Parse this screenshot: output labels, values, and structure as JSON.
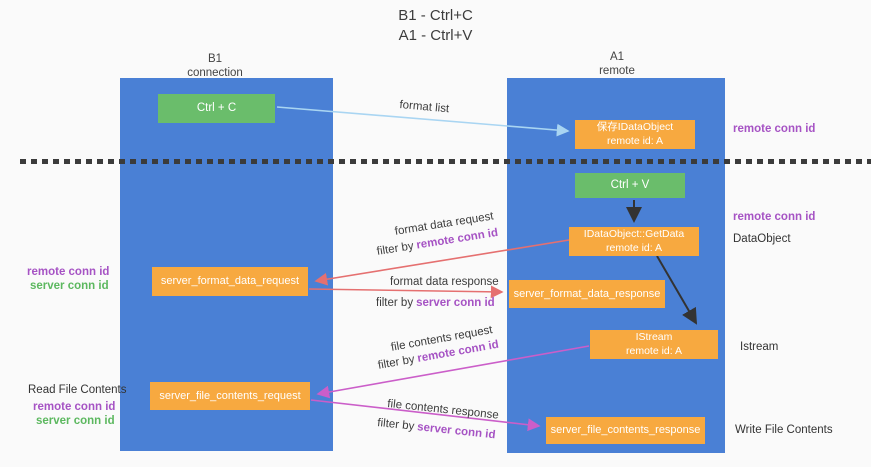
{
  "title": {
    "line1": "B1 - Ctrl+C",
    "line2": "A1 - Ctrl+V"
  },
  "columns": {
    "left": {
      "name": "B1",
      "subtitle": "connection"
    },
    "right": {
      "name": "A1",
      "subtitle": "remote"
    }
  },
  "nodes": {
    "ctrl_c": {
      "label": "Ctrl + C"
    },
    "ctrl_v": {
      "label": "Ctrl + V"
    },
    "save_idataobject": {
      "line1": "保存IDataObject",
      "line2": "remote id: A"
    },
    "getdata": {
      "line1": "IDataObject::GetData",
      "line2": "remote id: A"
    },
    "istream": {
      "line1": "IStream",
      "line2": "remote id: A"
    },
    "format_request": {
      "label": "server_format_data_request"
    },
    "format_response": {
      "label": "server_format_data_response"
    },
    "file_request": {
      "label": "server_file_contents_request"
    },
    "file_response": {
      "label": "server_file_contents_response"
    }
  },
  "arrows": {
    "format_list": "format list",
    "format_data_request": "format data request",
    "format_data_response": "format data response",
    "file_contents_request": "file contents request",
    "file_contents_response": "file contents response",
    "filter_by": "filter by",
    "remote_conn_id": "remote conn id",
    "server_conn_id": "server conn id"
  },
  "annotations": {
    "right_remote_conn_id_1": "remote conn id",
    "right_remote_conn_id_2": "remote conn id",
    "dataobject": "DataObject",
    "istream": "Istream",
    "write_file_contents": "Write File Contents",
    "read_file_contents": "Read File Contents",
    "left_remote_conn_id_1": "remote conn id",
    "left_server_conn_id_1": "server conn id",
    "left_remote_conn_id_2": "remote conn id",
    "left_server_conn_id_2": "server conn id"
  },
  "colors": {
    "column_blue": "#4a80d5",
    "box_green": "#6abd6b",
    "box_orange": "#f7a940",
    "arrow_light_blue": "#a9d5f2",
    "arrow_red": "#e57070",
    "arrow_magenta": "#cb5ec9",
    "arrow_black": "#333333",
    "text_purple": "#a653c4",
    "text_green": "#5cb85f"
  }
}
